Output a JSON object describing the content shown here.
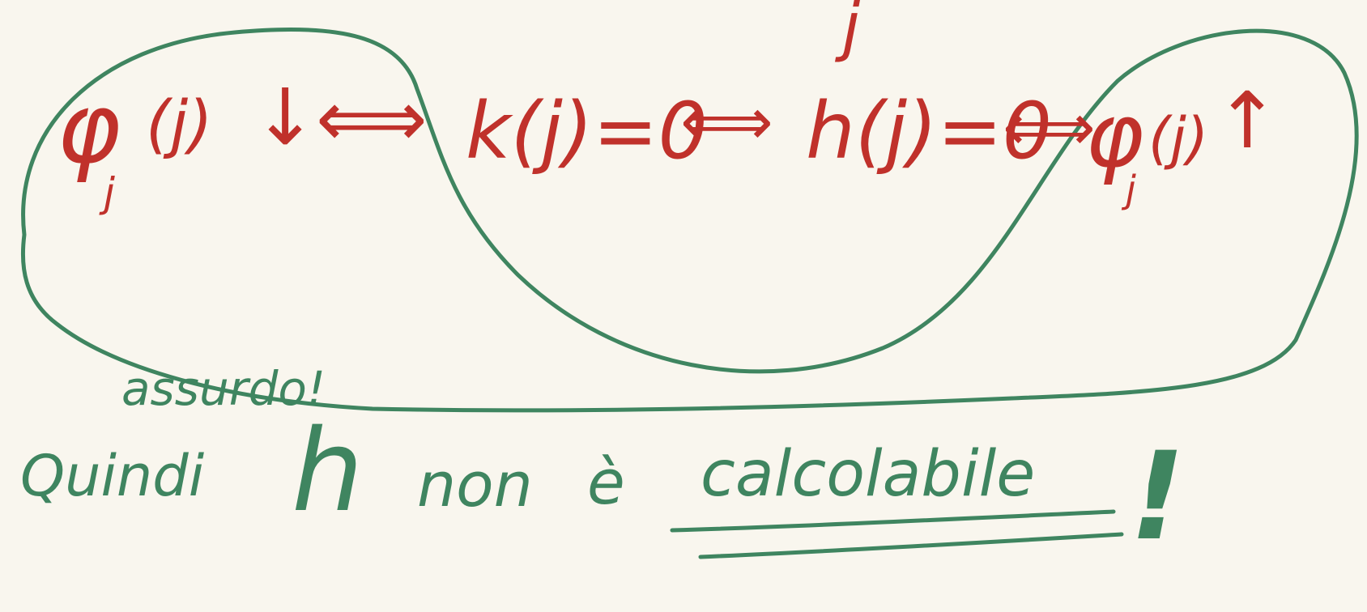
{
  "colors": {
    "background": "#f9f6ee",
    "red_ink": "#c0312b",
    "green_ink": "#3f8560"
  },
  "formula": {
    "phi_sub": "j",
    "arg_left": "(j)",
    "arrow_down": "↓",
    "iff_1": "⟺",
    "k_expr": "k(j)=0",
    "iff_2": "⟺",
    "h_expr": "h(j)=0",
    "iff_3": "⟺",
    "phi_sub_2": "j",
    "arg_right": "(j)",
    "arrow_up": "↑",
    "top_fragment": "j"
  },
  "note": {
    "word_cerchiato": "assurdo!",
    "line_main": "Quindi",
    "symbol_h": "h",
    "word_non": "non",
    "word_e": "è",
    "word_calcolabile": "calcolabile",
    "exclaim": "!"
  },
  "icons": {
    "loop": "green-loop-icon",
    "underline": "underline-icon"
  }
}
